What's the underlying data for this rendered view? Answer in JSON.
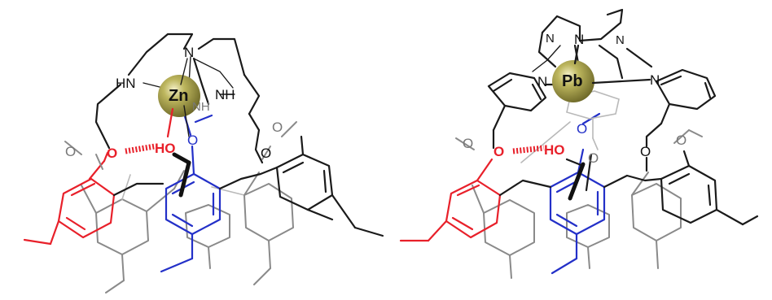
{
  "left_complex": {
    "metal": "Zn",
    "amine_n_top": "N",
    "amine_nh_left": "HN",
    "amine_nh_right": "NH",
    "amine_nh_back": "NH",
    "oxygen_coordinated_blue": "O",
    "oxygen_bonded_red": "O",
    "hydroxyl": "HO",
    "methoxy_left": "O",
    "methoxy_right": "O",
    "methoxy_center": "O"
  },
  "right_complex": {
    "metal": "Pb",
    "tren_n_top": "N",
    "tren_n_left": "N",
    "tren_n_right": "N",
    "pyridine_n_left": "N",
    "pyridine_n_right": "N",
    "oxygen_bonded_red": "O",
    "hydroxyl": "HO",
    "methoxy_left": "O",
    "methoxy_right": "O",
    "methoxy_center": "O",
    "ether_oxygen_blue": "O",
    "ether_oxygen_right": "O"
  },
  "colors": {
    "metal_sphere": "#8f8a3c",
    "hydrogen_bonded_unit": "#e8202a",
    "coordinated_unit": "#2330c8",
    "framework": "#1a1a1a",
    "calixarene_back": "#8a8a8a"
  }
}
